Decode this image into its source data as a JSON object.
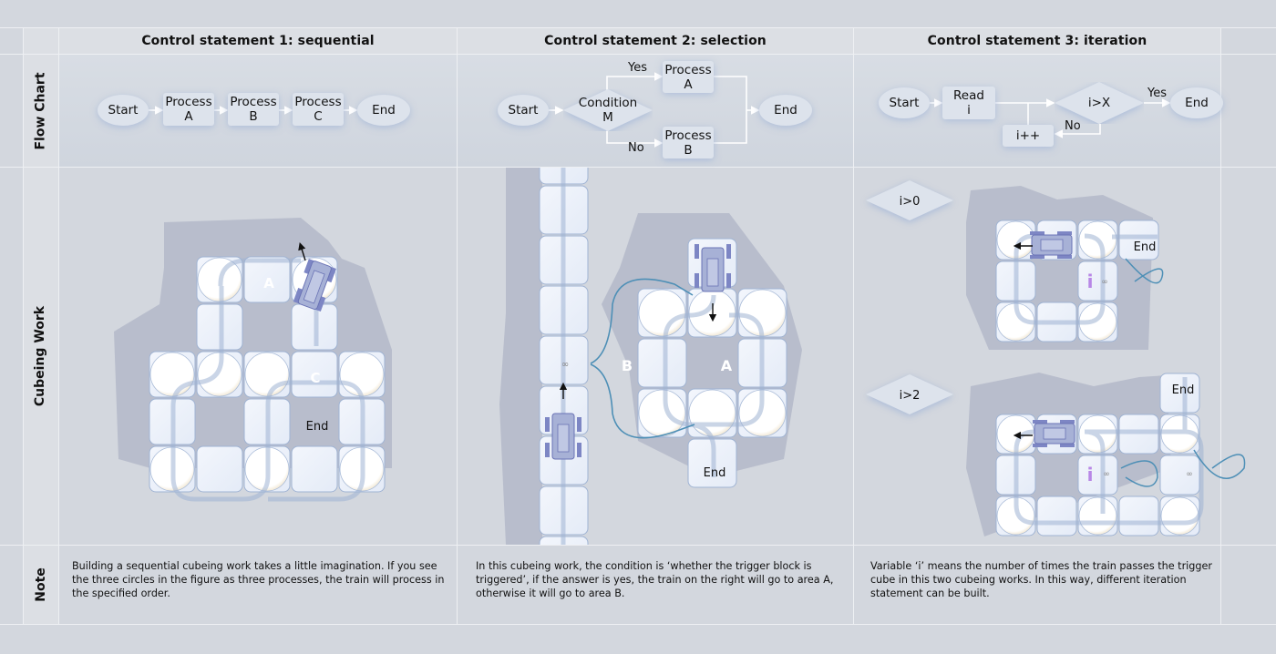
{
  "columns": [
    {
      "title": "Control statement 1: sequential"
    },
    {
      "title": "Control statement 2: selection"
    },
    {
      "title": "Control statement 3: iteration"
    }
  ],
  "rows": {
    "flow_chart": "Flow Chart",
    "cubeing_work": "Cubeing Work",
    "note": "Note"
  },
  "flow1": {
    "start": "Start",
    "process_a": "Process\nA",
    "process_b": "Process\nB",
    "process_c": "Process\nC",
    "end": "End"
  },
  "flow2": {
    "start": "Start",
    "condition": "Condition\nM",
    "yes": "Yes",
    "no": "No",
    "process_a": "Process\nA",
    "process_b": "Process\nB",
    "end": "End"
  },
  "flow3": {
    "start": "Start",
    "read": "Read\ni",
    "condition": "i>X",
    "yes": "Yes",
    "no": "No",
    "increment": "i++",
    "end": "End"
  },
  "cubeing": {
    "seq": {
      "label_a": "A",
      "label_c": "C",
      "end": "End"
    },
    "sel": {
      "label_b": "B",
      "label_a": "A",
      "end": "End"
    },
    "iter": {
      "cond1": "i>0",
      "cond2": "i>2",
      "end1": "End",
      "end2": "End",
      "var": "i"
    }
  },
  "notes": [
    "Building a sequential cubeing work takes a little imagination. If you see the three circles in the figure as three processes, the train will process in the specified order.",
    "In this cubeing work, the condition is ‘whether the trigger block is triggered’, if the answer is yes, the train on the right will go to area A, otherwise it will go to area B.",
    "Variable ‘i’ means the number of times the train passes the trigger cube in this two cubeing works. In this way, different iteration statement can be built."
  ],
  "colors": {
    "background": "#d3d7de",
    "header_bg": "#dcdfe4",
    "cube_fill": "#eef3fb",
    "cube_stroke": "#9fb3d3",
    "train": "#7d86c4",
    "wire": "#4d8fb6",
    "shadow": "#b7bccb",
    "variable": "#b887e6"
  }
}
